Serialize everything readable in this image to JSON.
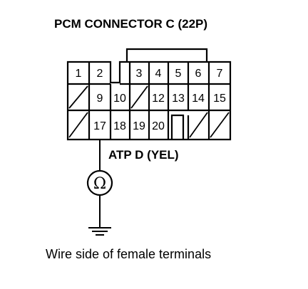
{
  "title": "PCM CONNECTOR C (22P)",
  "probe_label": "ATP D (YEL)",
  "caption": "Wire side of female terminals",
  "meter_symbol": "Ω",
  "connector": {
    "row1": [
      "1",
      "2",
      "",
      "3",
      "4",
      "5",
      "6",
      "7"
    ],
    "row2": [
      "",
      "9",
      "10",
      "",
      "12",
      "13",
      "14",
      "15"
    ],
    "row3": [
      "",
      "17",
      "18",
      "19",
      "20",
      "",
      "",
      ""
    ]
  }
}
